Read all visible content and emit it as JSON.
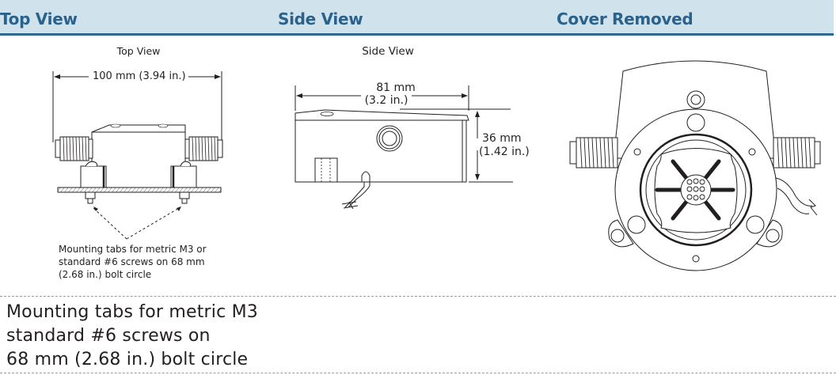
{
  "header": {
    "columns": [
      {
        "label": "Top View"
      },
      {
        "label": "Side View"
      },
      {
        "label": "Cover Removed"
      }
    ],
    "colors": {
      "band": "#d0e2ec",
      "text": "#2a628c",
      "rule": "#2d6890"
    }
  },
  "top_view": {
    "caption": "Top View",
    "width_dimension": "100 mm (3.94 in.)",
    "callout": {
      "line1": "Mounting tabs for metric M3 or",
      "line2": "standard #6 screws on 68 mm",
      "line3": "(2.68 in.) bolt circle"
    }
  },
  "side_view": {
    "caption": "Side View",
    "length_dimension_mm": "81 mm",
    "length_dimension_in": "(3.2 in.)",
    "height_dimension_mm": "36 mm",
    "height_dimension_in": "(1.42 in.)"
  },
  "cover_removed": {
    "illustration": "sensor-with-cover-removed"
  },
  "footnote": {
    "line1": "Mounting tabs for metric M3",
    "line2": "standard #6 screws on",
    "line3": "68 mm (2.68 in.) bolt circle"
  }
}
